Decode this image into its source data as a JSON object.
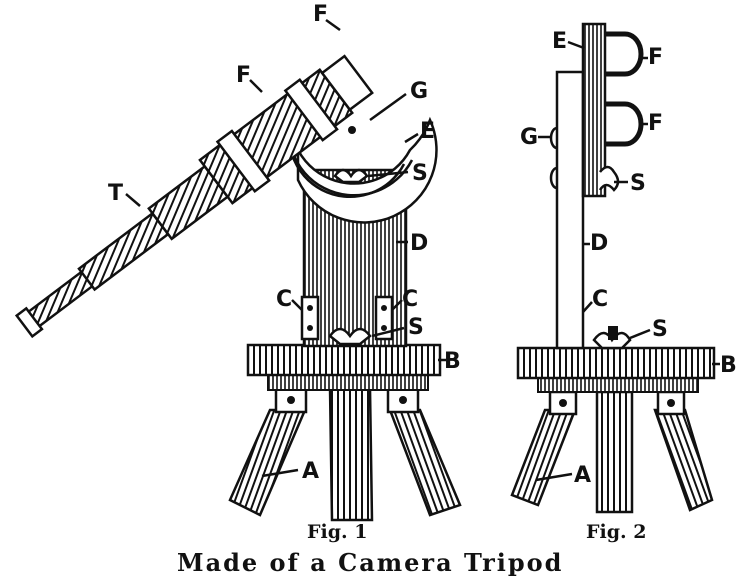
{
  "figure": {
    "caption_fig1": "Fig. 1",
    "caption_fig2": "Fig. 2",
    "title": "Made of a Camera Tripod",
    "fig1_labels": {
      "F_top": "F",
      "F_left": "F",
      "G": "G",
      "E": "E",
      "S_top": "S",
      "T": "T",
      "D": "D",
      "C_left": "C",
      "C_right": "C",
      "S_bottom": "S",
      "B": "B",
      "A": "A"
    },
    "fig2_labels": {
      "E": "E",
      "F_top": "F",
      "F_bottom": "F",
      "G": "G",
      "S_top": "S",
      "D": "D",
      "C": "C",
      "S_bottom": "S",
      "B": "B",
      "A": "A"
    }
  }
}
